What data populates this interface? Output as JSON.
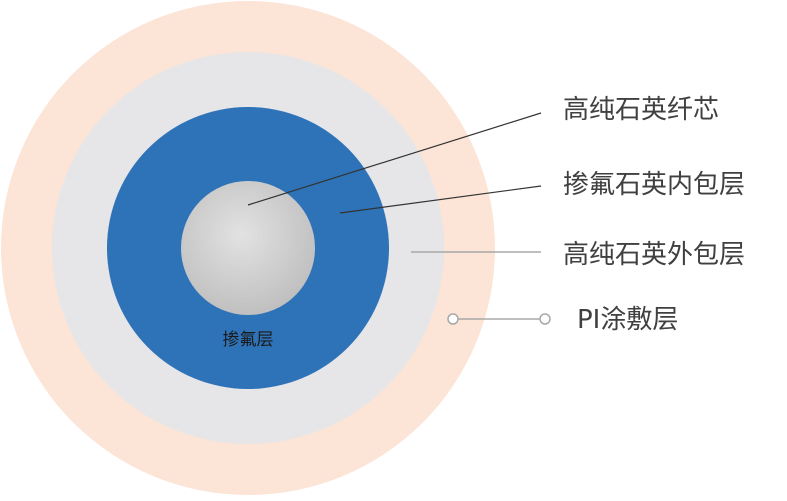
{
  "diagram": {
    "labels": {
      "core": "高纯石英纤芯",
      "inner_cladding": "掺氟石英内包层",
      "outer_cladding": "高纯石英外包层",
      "coating": "PI涂敷层",
      "doped_layer": "掺氟层"
    },
    "colors": {
      "coating": "#FCE4D6",
      "outer_cladding": "#E6E6E8",
      "inner_cladding": "#2E73B8",
      "core_light": "#E2E2E2",
      "core_dark": "#BDBDBD",
      "leader_dark": "#333333",
      "leader_gray": "#A8A8A8",
      "label_text": "#404040",
      "inner_text": "#1a1a1a"
    }
  }
}
